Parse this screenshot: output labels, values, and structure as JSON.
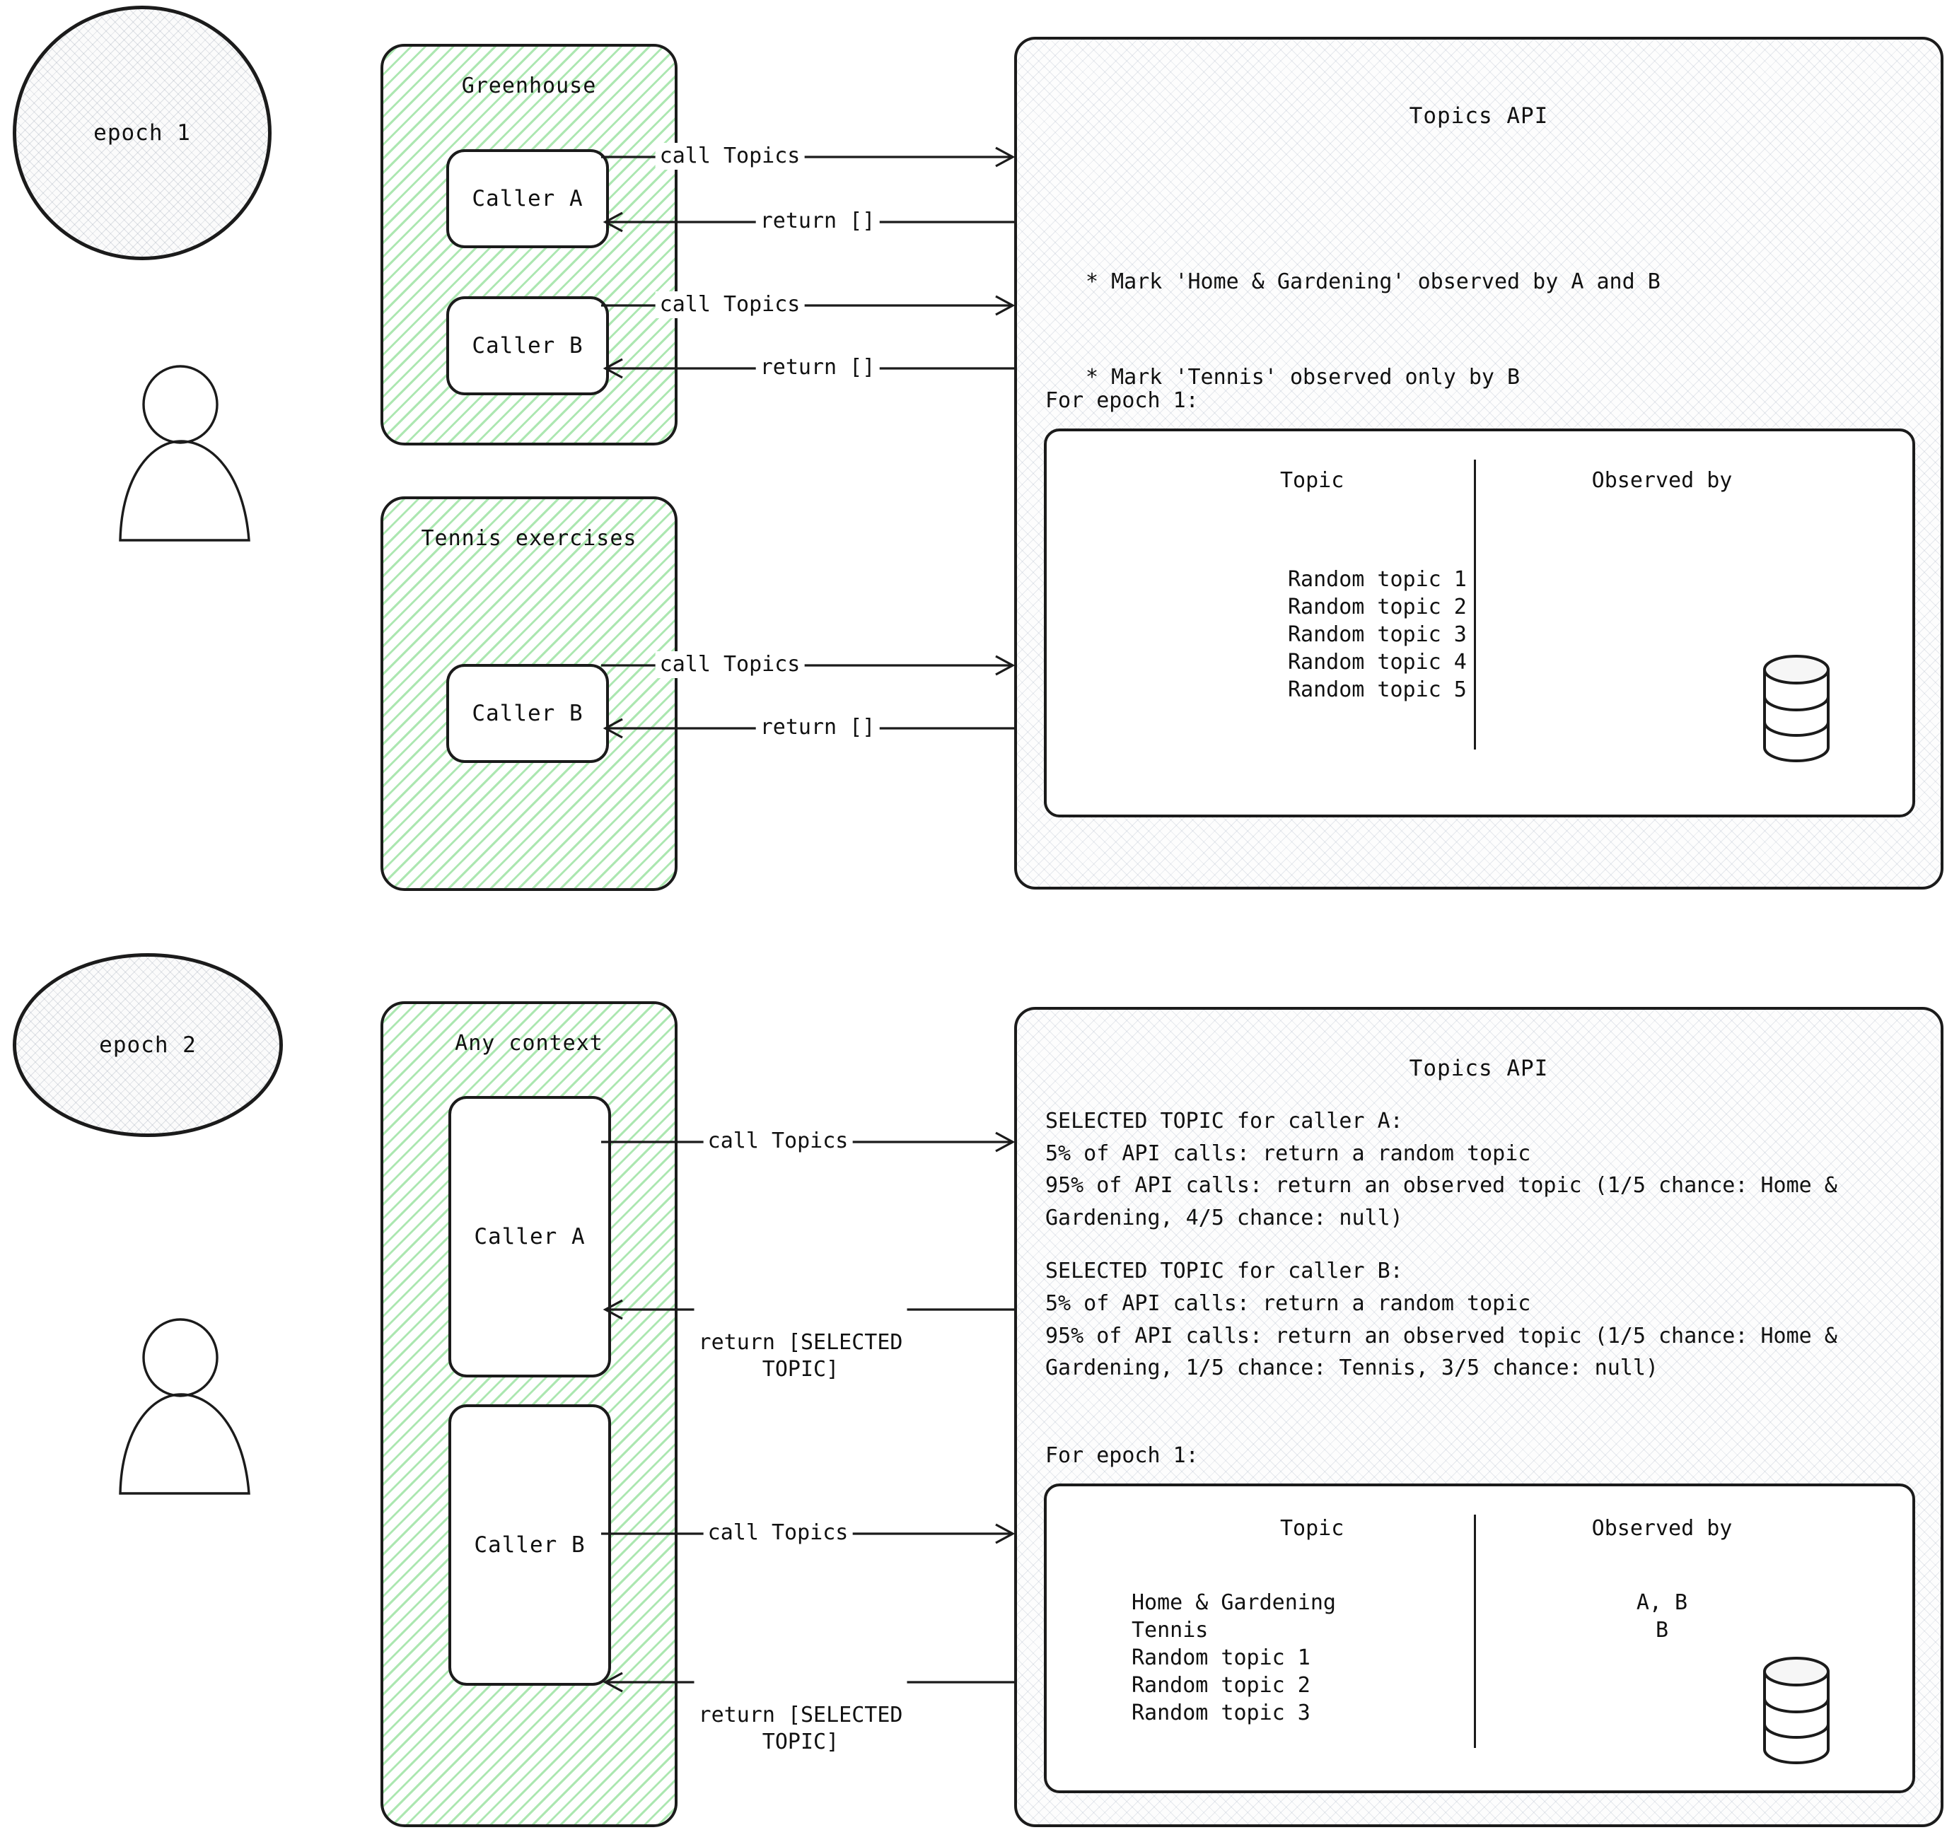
{
  "diagram": {
    "title": "Topics API epochs diagram",
    "accent_green": "#68d371",
    "stroke": "#1b1b1b"
  },
  "epochs": [
    {
      "id": "epoch-1",
      "label": "epoch 1",
      "contexts": [
        {
          "id": "greenhouse",
          "title": "Greenhouse",
          "callers": [
            {
              "label": "Caller A"
            },
            {
              "label": "Caller B"
            }
          ]
        },
        {
          "id": "tennis-exercises",
          "title": "Tennis exercises",
          "callers": [
            {
              "label": "Caller B"
            }
          ]
        }
      ],
      "arrows": [
        {
          "id": "gh-a-call",
          "label": "call Topics",
          "direction": "right"
        },
        {
          "id": "gh-a-return",
          "label": "return []",
          "direction": "left"
        },
        {
          "id": "gh-b-call",
          "label": "call Topics",
          "direction": "right"
        },
        {
          "id": "gh-b-return",
          "label": "return []",
          "direction": "left"
        },
        {
          "id": "te-b-call",
          "label": "call Topics",
          "direction": "right"
        },
        {
          "id": "te-b-return",
          "label": "return []",
          "direction": "left"
        }
      ],
      "api": {
        "title": "Topics API",
        "bullets": [
          "* Mark 'Home & Gardening' observed by A and B",
          "* Mark 'Tennis' observed only by B"
        ],
        "for_epoch_label": "For epoch 1:",
        "table": {
          "headers": [
            "Topic",
            "Observed by"
          ],
          "rows": [
            {
              "topic": "Random topic 1",
              "observed_by": ""
            },
            {
              "topic": "Random topic 2",
              "observed_by": ""
            },
            {
              "topic": "Random topic 3",
              "observed_by": ""
            },
            {
              "topic": "Random topic 4",
              "observed_by": ""
            },
            {
              "topic": "Random topic 5",
              "observed_by": ""
            }
          ]
        }
      }
    },
    {
      "id": "epoch-2",
      "label": "epoch 2",
      "contexts": [
        {
          "id": "any-context",
          "title": "Any context",
          "callers": [
            {
              "label": "Caller A"
            },
            {
              "label": "Caller B"
            }
          ]
        }
      ],
      "arrows": [
        {
          "id": "ac-a-call",
          "label": "call Topics",
          "direction": "right"
        },
        {
          "id": "ac-a-return",
          "label": "return [SELECTED\nTOPIC]",
          "direction": "left"
        },
        {
          "id": "ac-b-call",
          "label": "call Topics",
          "direction": "right"
        },
        {
          "id": "ac-b-return",
          "label": "return [SELECTED\nTOPIC]",
          "direction": "left"
        }
      ],
      "api": {
        "title": "Topics API",
        "paragraphs": [
          "SELECTED TOPIC for caller A:",
          "5% of API calls: return a random topic",
          "95% of API calls: return an observed topic (1/5 chance: Home & Gardening, 4/5 chance: null)",
          "",
          "SELECTED TOPIC for caller B:",
          "5% of API calls: return a random topic",
          "95% of API calls: return an observed topic (1/5 chance: Home & Gardening, 1/5 chance: Tennis,  3/5 chance: null)"
        ],
        "for_epoch_label": "For epoch 1:",
        "table": {
          "headers": [
            "Topic",
            "Observed by"
          ],
          "rows": [
            {
              "topic": "Home & Gardening",
              "observed_by": "A, B"
            },
            {
              "topic": "Tennis",
              "observed_by": "B"
            },
            {
              "topic": "Random topic 1",
              "observed_by": ""
            },
            {
              "topic": "Random topic 2",
              "observed_by": ""
            },
            {
              "topic": "Random topic 3",
              "observed_by": ""
            }
          ]
        }
      }
    }
  ]
}
